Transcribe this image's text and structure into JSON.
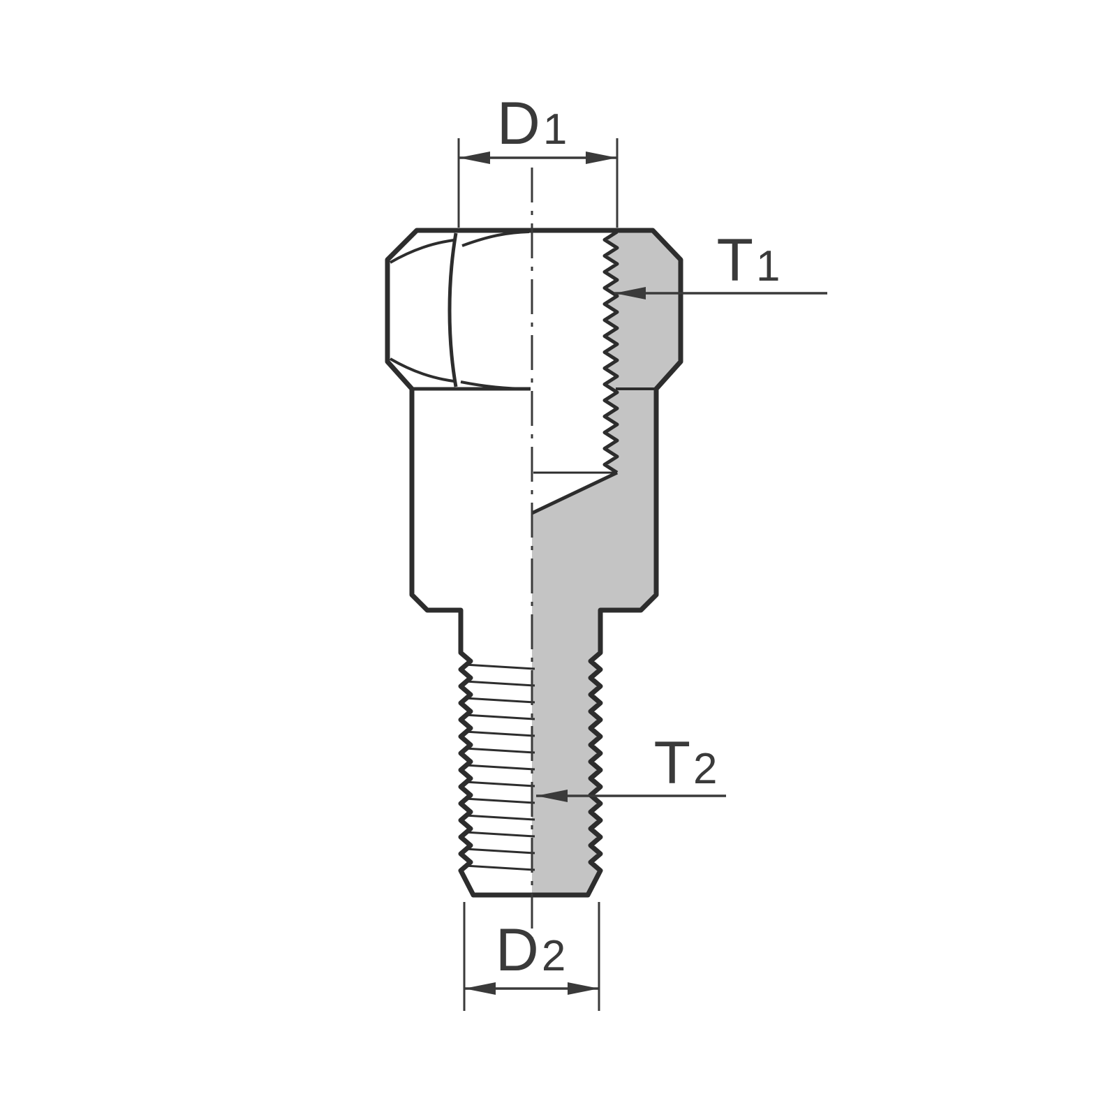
{
  "labels": {
    "d1": {
      "base": "D",
      "sub": "1"
    },
    "t1": {
      "base": "T",
      "sub": "1"
    },
    "t2": {
      "base": "T",
      "sub": "2"
    },
    "d2": {
      "base": "D",
      "sub": "2"
    }
  },
  "colors": {
    "background": "#ffffff",
    "outline": "#2d2d2d",
    "section_fill": "#c4c4c4",
    "annotation": "#3a3a3a"
  }
}
